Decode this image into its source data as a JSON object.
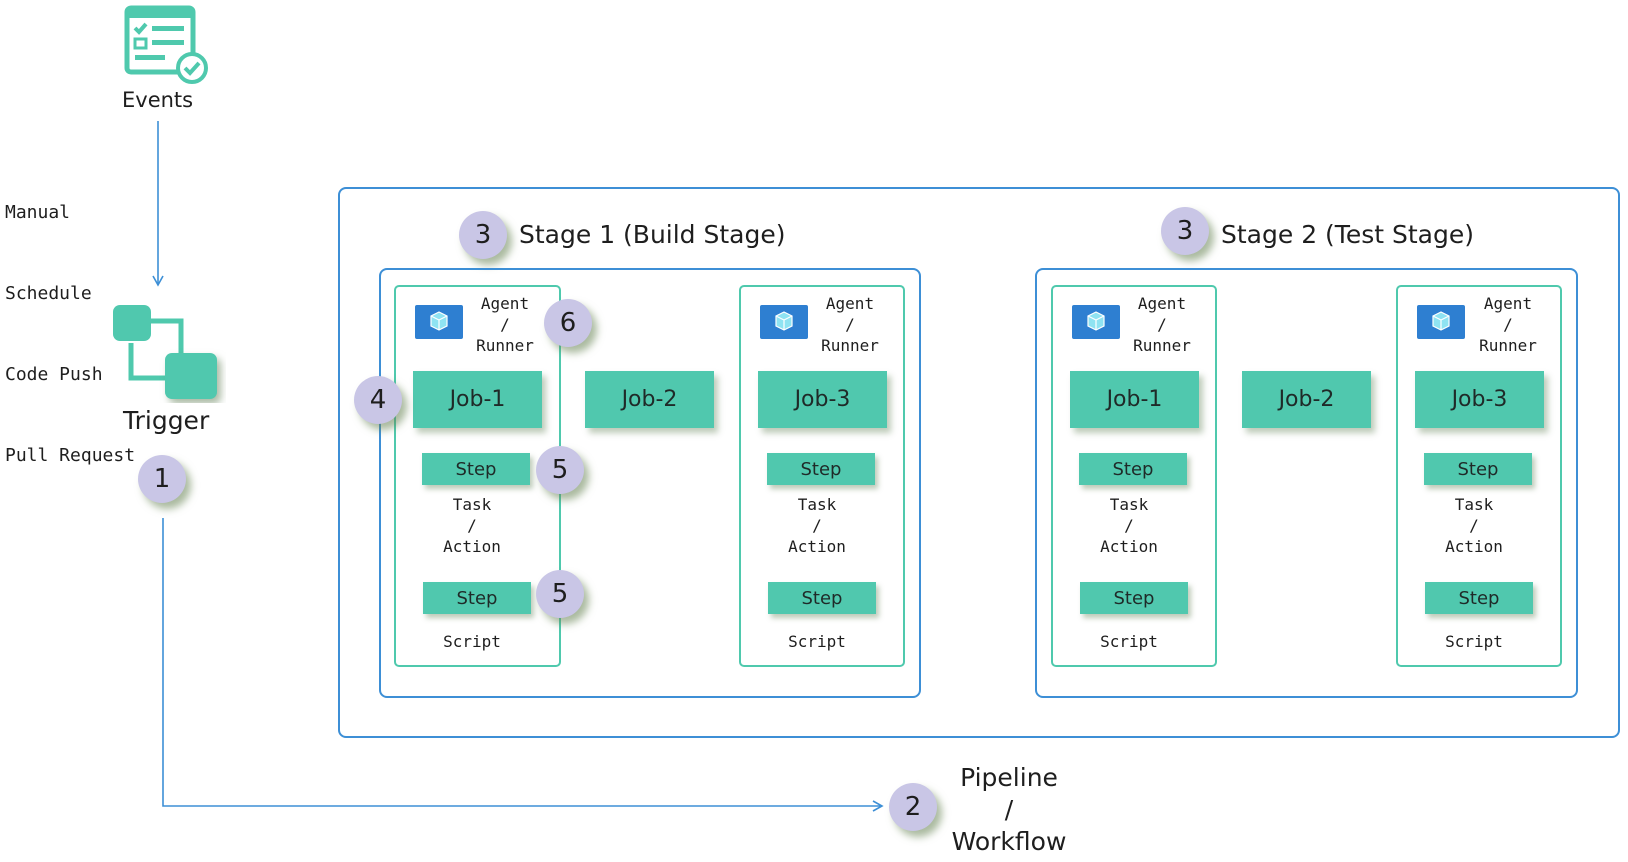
{
  "events": {
    "label": "Events",
    "icon": "checklist-form-icon"
  },
  "trigger": {
    "label": "Trigger",
    "icon": "trigger-blocks-icon",
    "badge": "1",
    "types": [
      "Manual",
      "Schedule",
      "Code Push",
      "Pull Request"
    ]
  },
  "pipeline": {
    "line1": "Pipeline",
    "line2": "/",
    "line3": "Workflow",
    "badge": "2"
  },
  "stages": [
    {
      "title": "Stage 1 (Build Stage)",
      "badge": "3",
      "jobs": [
        "Job-1",
        "Job-2",
        "Job-3"
      ],
      "agent": {
        "line1": "Agent",
        "line2": "/",
        "line3": "Runner"
      },
      "step_label": "Step",
      "task": {
        "line1": "Task",
        "line2": "/",
        "line3": "Action"
      },
      "script": "Script",
      "badges": {
        "job": "4",
        "step1": "5",
        "step2": "5",
        "agent": "6"
      }
    },
    {
      "title": "Stage 2 (Test Stage)",
      "badge": "3",
      "jobs": [
        "Job-1",
        "Job-2",
        "Job-3"
      ],
      "agent": {
        "line1": "Agent",
        "line2": "/",
        "line3": "Runner"
      },
      "step_label": "Step",
      "task": {
        "line1": "Task",
        "line2": "/",
        "line3": "Action"
      },
      "script": "Script"
    }
  ],
  "colors": {
    "accent_green": "#50c8ae",
    "outline_blue": "#3d8fd6",
    "badge_lavender": "#c9c6e6",
    "agent_blue": "#2e7fd1"
  }
}
